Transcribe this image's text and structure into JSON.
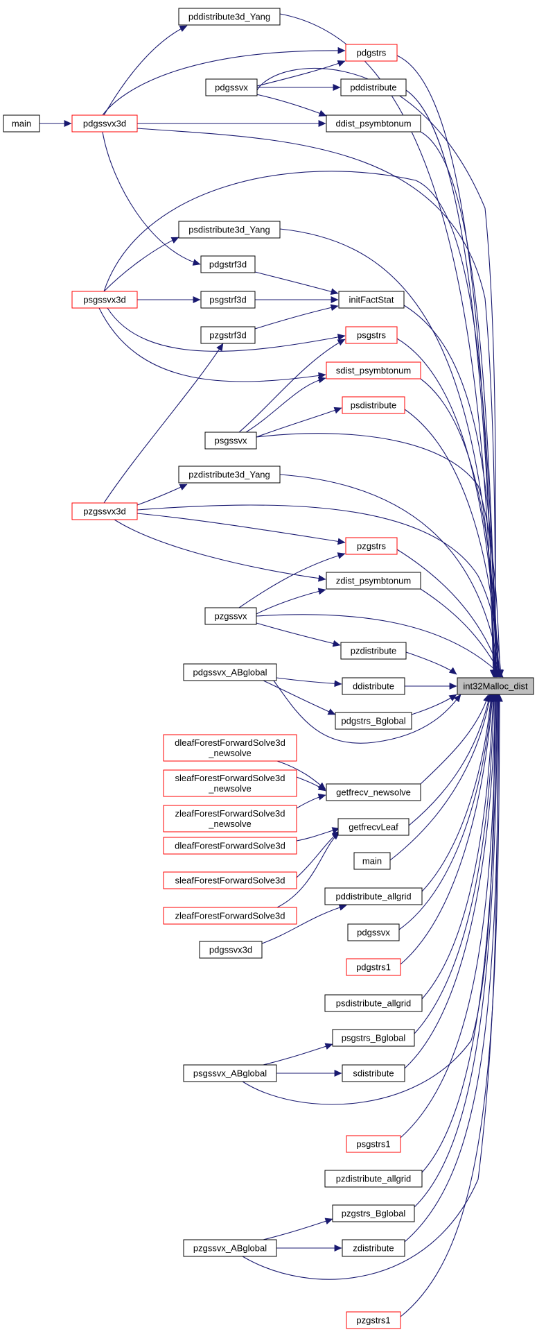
{
  "colors": {
    "edge": "#191970",
    "normal_border": "#000000",
    "truncated_border": "#ff0000",
    "root_fill": "#bfbfbf",
    "node_fill": "#ffffff"
  },
  "graph": {
    "root": "int32Malloc_dist",
    "nodes": [
      {
        "id": "root",
        "label": "int32Malloc_dist",
        "style": "root"
      },
      {
        "id": "pddistribute3d_Yang",
        "label": "pddistribute3d_Yang",
        "style": "normal"
      },
      {
        "id": "pdgstrs",
        "label": "pdgstrs",
        "style": "truncated"
      },
      {
        "id": "pdgssvx",
        "label": "pdgssvx",
        "style": "normal"
      },
      {
        "id": "pddistribute",
        "label": "pddistribute",
        "style": "normal"
      },
      {
        "id": "main_1",
        "label": "main",
        "style": "normal"
      },
      {
        "id": "pdgssvx3d",
        "label": "pdgssvx3d",
        "style": "truncated"
      },
      {
        "id": "ddist_psymbtonum",
        "label": "ddist_psymbtonum",
        "style": "normal"
      },
      {
        "id": "psdistribute3d_Yang",
        "label": "psdistribute3d_Yang",
        "style": "normal"
      },
      {
        "id": "pdgstrf3d",
        "label": "pdgstrf3d",
        "style": "normal"
      },
      {
        "id": "psgssvx3d",
        "label": "psgssvx3d",
        "style": "truncated"
      },
      {
        "id": "psgstrf3d",
        "label": "psgstrf3d",
        "style": "normal"
      },
      {
        "id": "initFactStat",
        "label": "initFactStat",
        "style": "normal"
      },
      {
        "id": "pzgstrf3d",
        "label": "pzgstrf3d",
        "style": "normal"
      },
      {
        "id": "psgstrs",
        "label": "psgstrs",
        "style": "truncated"
      },
      {
        "id": "sdist_psymbtonum",
        "label": "sdist_psymbtonum",
        "style": "truncated"
      },
      {
        "id": "psdistribute",
        "label": "psdistribute",
        "style": "truncated"
      },
      {
        "id": "psgssvx",
        "label": "psgssvx",
        "style": "normal"
      },
      {
        "id": "pzdistribute3d_Yang",
        "label": "pzdistribute3d_Yang",
        "style": "normal"
      },
      {
        "id": "pzgssvx3d",
        "label": "pzgssvx3d",
        "style": "truncated"
      },
      {
        "id": "pzgstrs",
        "label": "pzgstrs",
        "style": "truncated"
      },
      {
        "id": "zdist_psymbtonum",
        "label": "zdist_psymbtonum",
        "style": "normal"
      },
      {
        "id": "pzgssvx",
        "label": "pzgssvx",
        "style": "normal"
      },
      {
        "id": "pzdistribute",
        "label": "pzdistribute",
        "style": "normal"
      },
      {
        "id": "pdgssvx_ABglobal",
        "label": "pdgssvx_ABglobal",
        "style": "normal"
      },
      {
        "id": "ddistribute",
        "label": "ddistribute",
        "style": "normal"
      },
      {
        "id": "pdgstrs_Bglobal",
        "label": "pdgstrs_Bglobal",
        "style": "normal"
      },
      {
        "id": "dleafForestForwardSolve3d_newsolve",
        "label": [
          "dleafForestForwardSolve3d",
          "_newsolve"
        ],
        "style": "truncated"
      },
      {
        "id": "sleafForestForwardSolve3d_newsolve",
        "label": [
          "sleafForestForwardSolve3d",
          "_newsolve"
        ],
        "style": "truncated"
      },
      {
        "id": "zleafForestForwardSolve3d_newsolve",
        "label": [
          "zleafForestForwardSolve3d",
          "_newsolve"
        ],
        "style": "truncated"
      },
      {
        "id": "getfrecv_newsolve",
        "label": "getfrecv_newsolve",
        "style": "normal"
      },
      {
        "id": "getfrecvLeaf",
        "label": "getfrecvLeaf",
        "style": "normal"
      },
      {
        "id": "dleafForestForwardSolve3d",
        "label": "dleafForestForwardSolve3d",
        "style": "truncated"
      },
      {
        "id": "sleafForestForwardSolve3d",
        "label": "sleafForestForwardSolve3d",
        "style": "truncated"
      },
      {
        "id": "zleafForestForwardSolve3d",
        "label": "zleafForestForwardSolve3d",
        "style": "truncated"
      },
      {
        "id": "main_2",
        "label": "main",
        "style": "normal"
      },
      {
        "id": "pddistribute_allgrid",
        "label": "pddistribute_allgrid",
        "style": "normal"
      },
      {
        "id": "pdgssvx3d_2",
        "label": "pdgssvx3d",
        "style": "normal"
      },
      {
        "id": "pdgssvx_2",
        "label": "pdgssvx",
        "style": "normal"
      },
      {
        "id": "pdgstrs1",
        "label": "pdgstrs1",
        "style": "truncated"
      },
      {
        "id": "psdistribute_allgrid",
        "label": "psdistribute_allgrid",
        "style": "normal"
      },
      {
        "id": "psgstrs_Bglobal",
        "label": "psgstrs_Bglobal",
        "style": "normal"
      },
      {
        "id": "psgssvx_ABglobal",
        "label": "psgssvx_ABglobal",
        "style": "normal"
      },
      {
        "id": "sdistribute",
        "label": "sdistribute",
        "style": "normal"
      },
      {
        "id": "psgstrs1",
        "label": "psgstrs1",
        "style": "truncated"
      },
      {
        "id": "pzdistribute_allgrid",
        "label": "pzdistribute_allgrid",
        "style": "normal"
      },
      {
        "id": "pzgstrs_Bglobal",
        "label": "pzgstrs_Bglobal",
        "style": "normal"
      },
      {
        "id": "pzgssvx_ABglobal",
        "label": "pzgssvx_ABglobal",
        "style": "normal"
      },
      {
        "id": "zdistribute",
        "label": "zdistribute",
        "style": "normal"
      },
      {
        "id": "pzgstrs1",
        "label": "pzgstrs1",
        "style": "truncated"
      }
    ],
    "edges": [
      [
        "pdgssvx3d",
        "pddistribute3d_Yang"
      ],
      [
        "pdgssvx",
        "pdgstrs"
      ],
      [
        "pdgssvx3d",
        "pdgstrs"
      ],
      [
        "pdgssvx",
        "pddistribute"
      ],
      [
        "main_1",
        "pdgssvx3d"
      ],
      [
        "pdgssvx",
        "ddist_psymbtonum"
      ],
      [
        "pdgssvx3d",
        "ddist_psymbtonum"
      ],
      [
        "psgssvx3d",
        "psdistribute3d_Yang"
      ],
      [
        "pdgssvx3d",
        "pdgstrf3d"
      ],
      [
        "psgssvx3d",
        "psgstrf3d"
      ],
      [
        "pdgstrf3d",
        "initFactStat"
      ],
      [
        "psgstrf3d",
        "initFactStat"
      ],
      [
        "pzgstrf3d",
        "initFactStat"
      ],
      [
        "psgssvx3d",
        "psgstrs"
      ],
      [
        "psgssvx",
        "psgstrs"
      ],
      [
        "psgssvx3d",
        "sdist_psymbtonum"
      ],
      [
        "psgssvx",
        "sdist_psymbtonum"
      ],
      [
        "psgssvx",
        "psdistribute"
      ],
      [
        "pzgssvx3d",
        "pzgstrf3d"
      ],
      [
        "pzgssvx3d",
        "pzdistribute3d_Yang"
      ],
      [
        "pzgssvx3d",
        "pzgstrs"
      ],
      [
        "pzgssvx",
        "pzgstrs"
      ],
      [
        "pzgssvx3d",
        "zdist_psymbtonum"
      ],
      [
        "pzgssvx",
        "zdist_psymbtonum"
      ],
      [
        "pzgssvx",
        "pzdistribute"
      ],
      [
        "pdgssvx_ABglobal",
        "ddistribute"
      ],
      [
        "pdgssvx_ABglobal",
        "pdgstrs_Bglobal"
      ],
      [
        "dleafForestForwardSolve3d_newsolve",
        "getfrecv_newsolve"
      ],
      [
        "sleafForestForwardSolve3d_newsolve",
        "getfrecv_newsolve"
      ],
      [
        "zleafForestForwardSolve3d_newsolve",
        "getfrecv_newsolve"
      ],
      [
        "dleafForestForwardSolve3d",
        "getfrecvLeaf"
      ],
      [
        "sleafForestForwardSolve3d",
        "getfrecvLeaf"
      ],
      [
        "zleafForestForwardSolve3d",
        "getfrecvLeaf"
      ],
      [
        "pdgssvx3d_2",
        "pddistribute_allgrid"
      ],
      [
        "psgssvx_ABglobal",
        "psgstrs_Bglobal"
      ],
      [
        "psgssvx_ABglobal",
        "sdistribute"
      ],
      [
        "pzgssvx_ABglobal",
        "pzgstrs_Bglobal"
      ],
      [
        "pzgssvx_ABglobal",
        "zdistribute"
      ],
      [
        "pddistribute3d_Yang",
        "root"
      ],
      [
        "pdgstrs",
        "root"
      ],
      [
        "pdgssvx",
        "root"
      ],
      [
        "pddistribute",
        "root"
      ],
      [
        "pdgssvx3d",
        "root"
      ],
      [
        "ddist_psymbtonum",
        "root"
      ],
      [
        "psgssvx3d",
        "root"
      ],
      [
        "psdistribute3d_Yang",
        "root"
      ],
      [
        "initFactStat",
        "root"
      ],
      [
        "psgstrs",
        "root"
      ],
      [
        "sdist_psymbtonum",
        "root"
      ],
      [
        "psdistribute",
        "root"
      ],
      [
        "psgssvx",
        "root"
      ],
      [
        "pzdistribute3d_Yang",
        "root"
      ],
      [
        "pzgssvx3d",
        "root"
      ],
      [
        "pzgstrs",
        "root"
      ],
      [
        "zdist_psymbtonum",
        "root"
      ],
      [
        "pzgssvx",
        "root"
      ],
      [
        "pzdistribute",
        "root"
      ],
      [
        "pdgssvx_ABglobal",
        "root"
      ],
      [
        "ddistribute",
        "root"
      ],
      [
        "pdgstrs_Bglobal",
        "root"
      ],
      [
        "getfrecv_newsolve",
        "root"
      ],
      [
        "getfrecvLeaf",
        "root"
      ],
      [
        "main_2",
        "root"
      ],
      [
        "pddistribute_allgrid",
        "root"
      ],
      [
        "pdgssvx_2",
        "root"
      ],
      [
        "pdgstrs1",
        "root"
      ],
      [
        "psdistribute_allgrid",
        "root"
      ],
      [
        "psgstrs_Bglobal",
        "root"
      ],
      [
        "psgssvx_ABglobal",
        "root"
      ],
      [
        "sdistribute",
        "root"
      ],
      [
        "psgstrs1",
        "root"
      ],
      [
        "pzdistribute_allgrid",
        "root"
      ],
      [
        "pzgstrs_Bglobal",
        "root"
      ],
      [
        "pzgssvx_ABglobal",
        "root"
      ],
      [
        "zdistribute",
        "root"
      ],
      [
        "pzgstrs1",
        "root"
      ]
    ]
  }
}
